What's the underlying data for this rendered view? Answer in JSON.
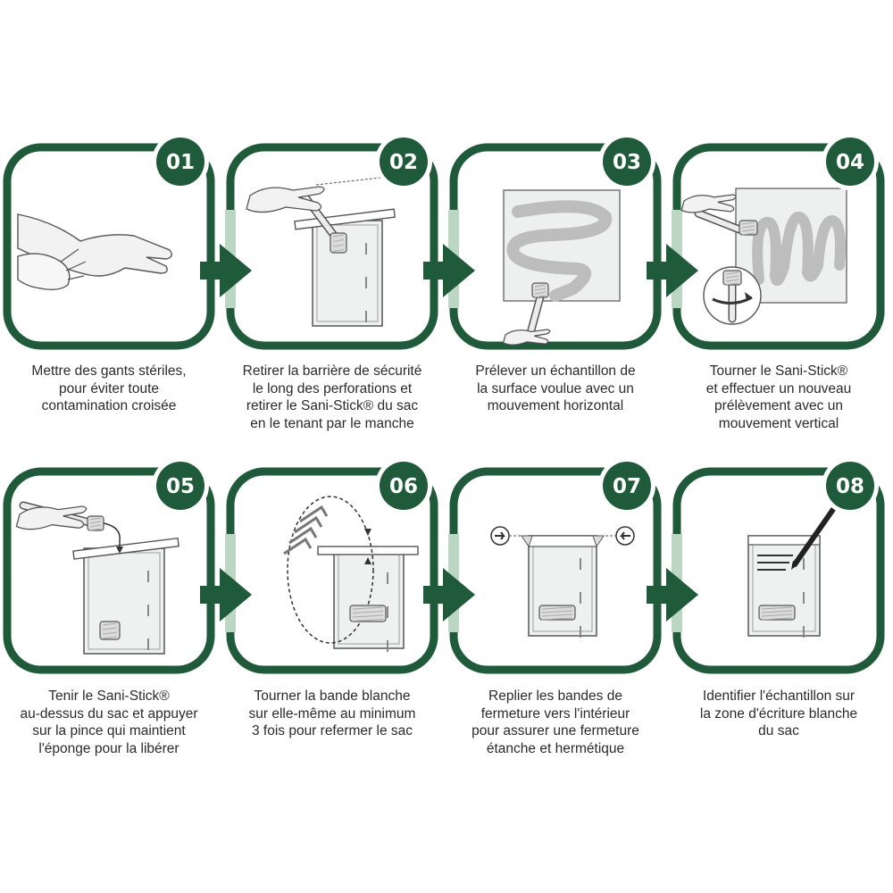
{
  "colors": {
    "frame": "#1f5a3a",
    "frame_light": "#bcd6c4",
    "bag": "#eef1ef",
    "line": "#555555"
  },
  "steps": [
    {
      "number": "01",
      "icon": "hands-putting-on-gloves-illustration",
      "caption": "Mettre des gants stériles,\npour éviter toute\ncontamination croisée"
    },
    {
      "number": "02",
      "icon": "removing-sani-stick-from-bag-illustration",
      "caption": "Retirer la barrière de sécurité\nle long des perforations et\nretirer le Sani-Stick® du sac\nen le tenant par le manche"
    },
    {
      "number": "03",
      "icon": "horizontal-swab-surface-illustration",
      "caption": "Prélever un échantillon de\nla surface voulue avec un\nmouvement horizontal"
    },
    {
      "number": "04",
      "icon": "vertical-swab-surface-illustration",
      "caption": "Tourner le Sani-Stick®\net effectuer un nouveau\nprélèvement avec un\nmouvement vertical"
    },
    {
      "number": "05",
      "icon": "release-sponge-into-bag-illustration",
      "caption": "Tenir le Sani-Stick®\nau-dessus du sac et appuyer\nsur la pince qui maintient\nl'éponge pour la libérer"
    },
    {
      "number": "06",
      "icon": "roll-white-band-bag-illustration",
      "caption": "Tourner la bande blanche\nsur elle-même au minimum\n3 fois pour refermer le sac"
    },
    {
      "number": "07",
      "icon": "fold-closure-bands-illustration",
      "caption": "Replier les bandes de\nfermeture vers l'intérieur\npour assurer une fermeture\nétanche et hermétique"
    },
    {
      "number": "08",
      "icon": "label-sample-writing-zone-illustration",
      "caption": "Identifier l'échantillon sur\nla zone d'écriture blanche\ndu sac"
    }
  ]
}
